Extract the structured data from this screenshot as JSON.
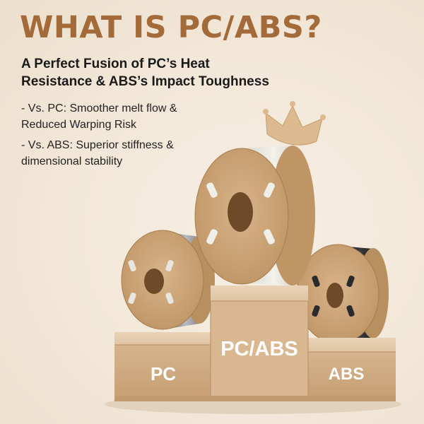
{
  "heading": "WHAT IS PC/ABS?",
  "subheading": {
    "line1": "A Perfect Fusion of PC’s Heat",
    "line2": "Resistance & ABS’s Impact Toughness"
  },
  "bullets": [
    {
      "line1": "- Vs. PC: Smoother melt flow &",
      "line2": "Reduced Warping Risk"
    },
    {
      "line1": "- Vs. ABS: Superior stiffness &",
      "line2": "dimensional stability"
    }
  ],
  "podium": {
    "center_label": "PC/ABS",
    "left_label": "PC",
    "right_label": "ABS"
  },
  "colors": {
    "title": "#a36a3a",
    "cardboard": "#c9a27a",
    "box": "#d2b08a",
    "filament_white": "#ecebe2",
    "filament_silver": "#8a8d92",
    "filament_black": "#1c1c1e",
    "crown": "#dcb98e"
  },
  "icons": [
    "crown-icon"
  ]
}
